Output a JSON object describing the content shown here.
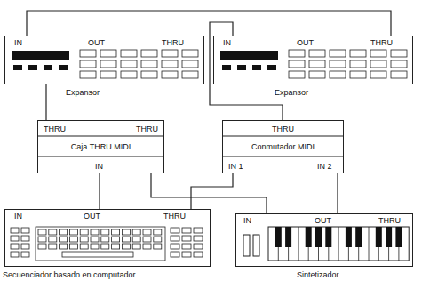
{
  "diagram": {
    "nodes": [
      {
        "text": [
          "IN",
          "OUT",
          "THRU",
          "Expansor"
        ]
      },
      {
        "text": [
          "IN",
          "OUT",
          "THRU",
          "Expansor"
        ]
      },
      {
        "text": [
          "THRU",
          "THRU",
          "Caja THRU MIDI",
          "IN"
        ]
      },
      {
        "text": [
          "THRU",
          "Conmutador MIDI",
          "IN 1",
          "IN 2"
        ]
      },
      {
        "text": [
          "IN",
          "OUT",
          "THRU",
          "Secuenciador basado en computador"
        ]
      },
      {
        "text": [
          "IN",
          "OUT",
          "THRU",
          "Sintetizador"
        ]
      }
    ],
    "edges": [
      {
        "from": 4,
        "to": 2,
        "arrow": "none"
      },
      {
        "from": 2,
        "to": 5,
        "arrow": "none"
      },
      {
        "from": 2,
        "to": 0,
        "arrow": "none"
      },
      {
        "from": 5,
        "to": 3,
        "arrow": "none"
      },
      {
        "from": 4,
        "to": 3,
        "arrow": "none"
      },
      {
        "from": 3,
        "to": 1,
        "arrow": "none"
      },
      {
        "from": 1,
        "to": 0,
        "arrow": "none"
      }
    ]
  }
}
